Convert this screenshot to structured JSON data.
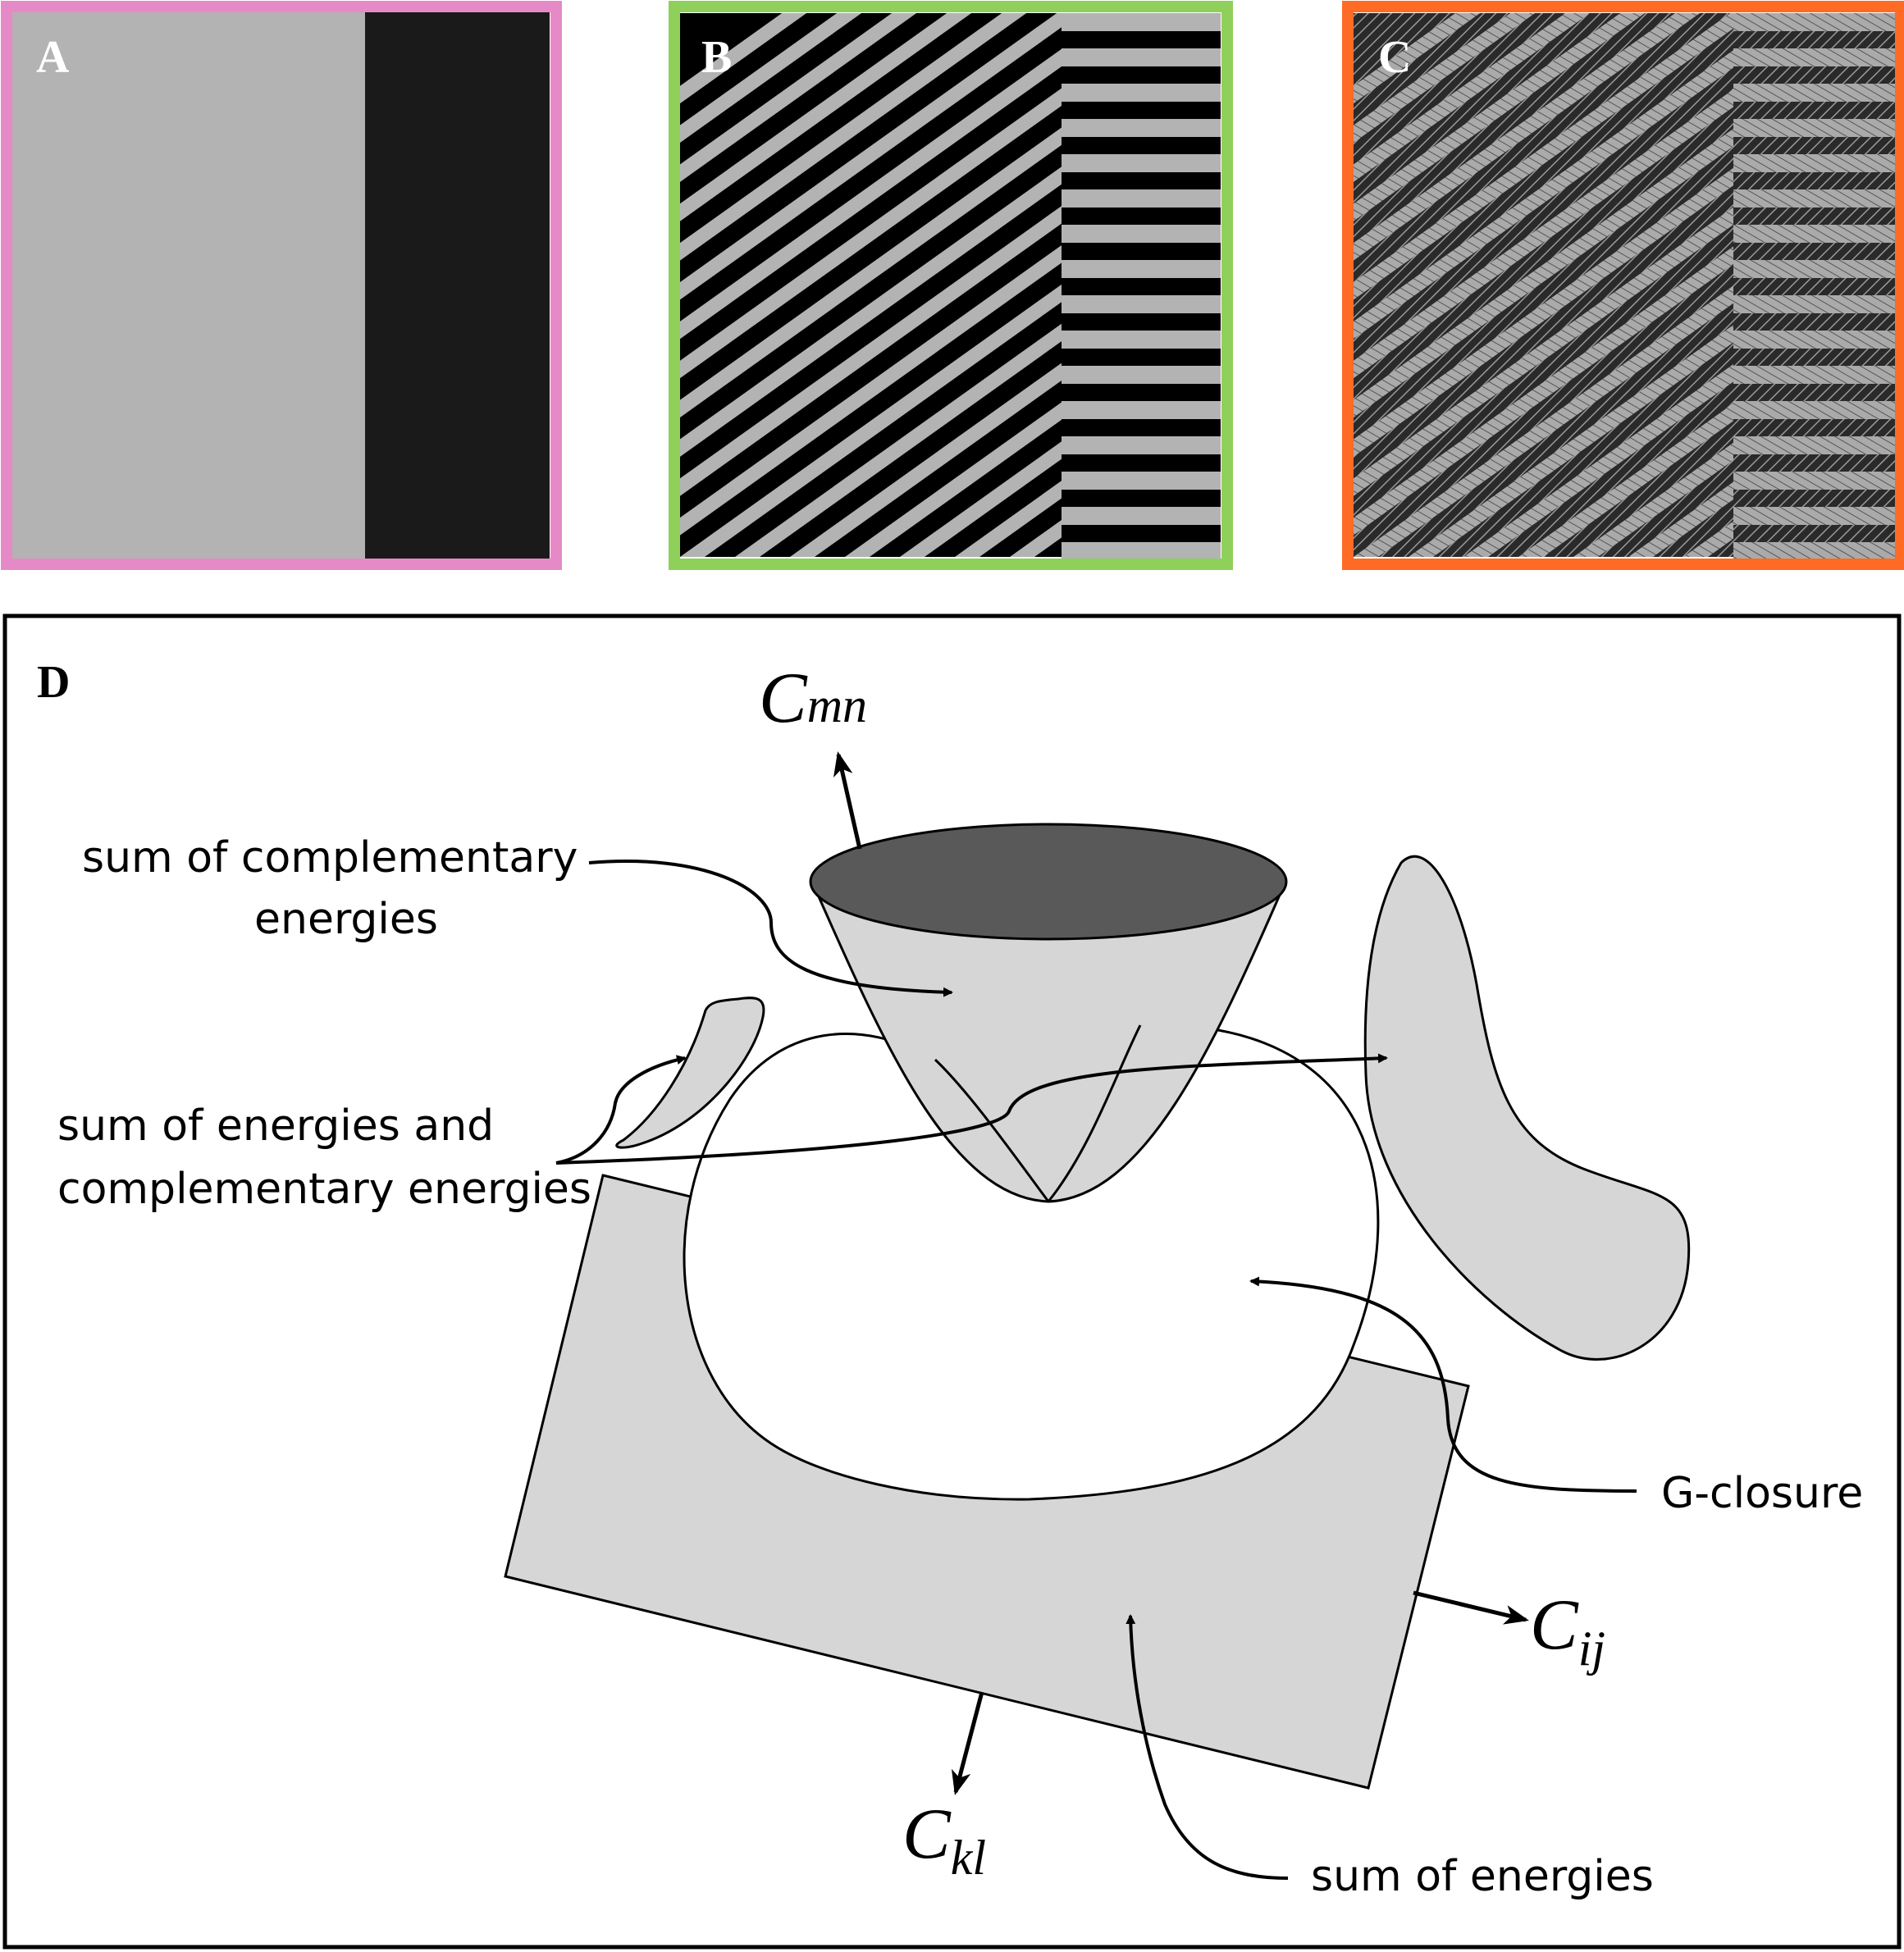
{
  "panels": {
    "a": {
      "letter": "A",
      "border_color": "#e58ac6",
      "light": "#b3b3b3",
      "dark": "#1a1a1a"
    },
    "b": {
      "letter": "B",
      "border_color": "#8fd05a",
      "light": "#b3b3b3",
      "dark": "#000000"
    },
    "c": {
      "letter": "C",
      "border_color": "#ff6a24",
      "light": "#b3b3b3",
      "dark": "#1f1f1f"
    },
    "d": {
      "letter": "D",
      "border_color": "#000000"
    }
  },
  "colors": {
    "shape_fill": "#d6d6d6",
    "cone_top": "#595959",
    "outline": "#000000"
  },
  "labels": {
    "c_mn": {
      "base": "C",
      "sub": "mn"
    },
    "c_ij": {
      "base": "C",
      "sub": "ij"
    },
    "c_kl": {
      "base": "C",
      "sub": "kl"
    },
    "complementary_line1": "sum of complementary",
    "complementary_line2": "energies",
    "both_line1": "sum of energies and",
    "both_line2": "complementary energies",
    "g_closure": "G-closure",
    "sum_energies": "sum of energies"
  }
}
